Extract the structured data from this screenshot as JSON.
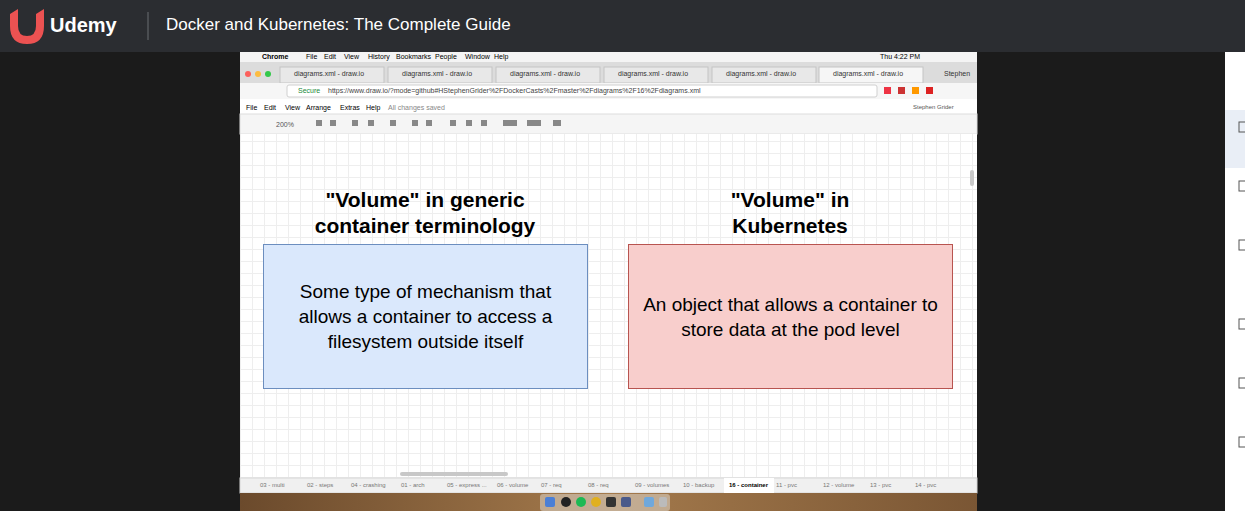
{
  "diagram": {
    "nodes": [
      {
        "text": [
          "\"Volume\" in generic container terminology",
          "Some type of mechanism that allows a container to access a filesystem outside itself"
        ]
      },
      {
        "text": [
          "\"Volume\" in Kubernetes",
          "An object that allows a container to store data at the pod level"
        ]
      }
    ],
    "labels": [
      "Udemy",
      "Docker and Kubernetes: The Complete Guide",
      "Chrome",
      "File",
      "Edit",
      "View",
      "History",
      "Bookmarks",
      "People",
      "Window",
      "Help",
      "Thu 4:22 PM",
      "diagrams.xml - draw.io",
      "diagrams.xml - draw.io",
      "diagrams.xml - draw.io",
      "diagrams.xml - draw.io",
      "diagrams.xml - draw.io",
      "diagrams.xml - draw.io",
      "Stephen",
      "Secure",
      "https://www.draw.io/?mode=github#HStephenGrider%2FDockerCasts%2Fmaster%2Fdiagrams%2F16%2Fdiagrams.xml",
      "File",
      "Edit",
      "View",
      "Arrange",
      "Extras",
      "Help",
      "All changes saved",
      "Stephen Grider",
      "200%",
      "03 - multi",
      "02 - steps",
      "04 - crashing",
      "01 - arch",
      "05 - express ...",
      "06 - volume",
      "07 - req",
      "08 - req",
      "09 - volumes",
      "10 - backup",
      "16 - container",
      "11 - pvc",
      "12 - volume",
      "13 - pvc",
      "14 - pvc"
    ]
  }
}
